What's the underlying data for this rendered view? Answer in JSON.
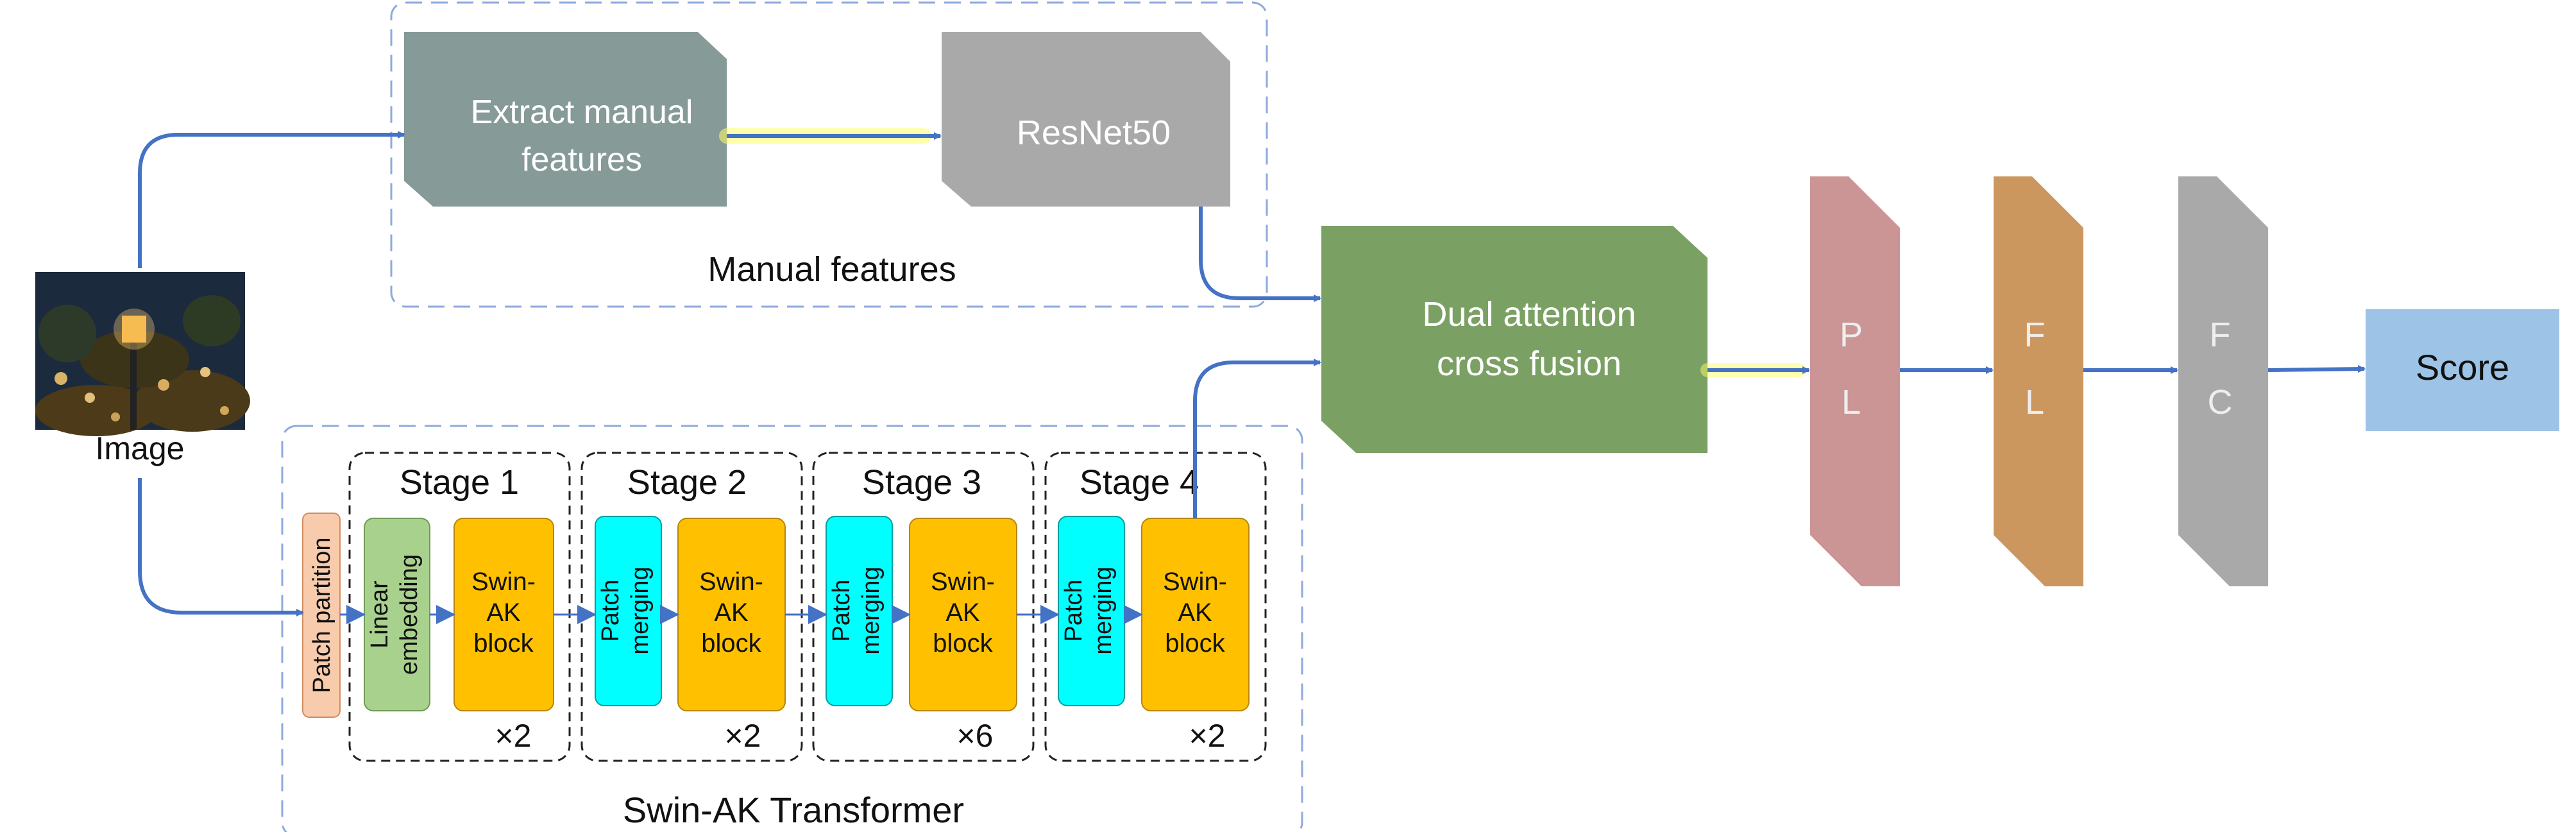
{
  "image_label": "Image",
  "manual": {
    "group_label": "Manual features",
    "extract_line1": "Extract manual",
    "extract_line2": "features",
    "resnet": "ResNet50"
  },
  "fusion": {
    "line1": "Dual attention",
    "line2": "cross fusion"
  },
  "layers": [
    {
      "line1": "P",
      "line2": "L"
    },
    {
      "line1": "F",
      "line2": "L"
    },
    {
      "line1": "F",
      "line2": "C"
    }
  ],
  "score": "Score",
  "swin": {
    "group_label": "Swin-AK Transformer",
    "patch_partition": "Patch partition",
    "linear_line1": "Linear",
    "linear_line2": "embedding",
    "stages": [
      {
        "title": "Stage 1",
        "repeat": "×2"
      },
      {
        "title": "Stage 2",
        "repeat": "×2"
      },
      {
        "title": "Stage 3",
        "repeat": "×6"
      },
      {
        "title": "Stage 4",
        "repeat": "×2"
      }
    ],
    "merge_line1": "Patch",
    "merge_line2": "merging",
    "block_line1": "Swin-",
    "block_line2": "AK",
    "block_line3": "block"
  },
  "colors": {
    "arrow": "#4472c4",
    "extract_box": "#869a97",
    "resnet_box": "#a9a9a9",
    "fusion_box": "#7aa063",
    "pl_box": "#cc9595",
    "fl_box": "#cc975f",
    "fc_box": "#a9a9a9",
    "score_box": "#9dc3e6",
    "patch_partition": "#f8cbad",
    "linear_embedding": "#a9d18e",
    "patch_merging": "#00ffff",
    "swin_block": "#ffc000",
    "group_border": "#8ea9db"
  }
}
